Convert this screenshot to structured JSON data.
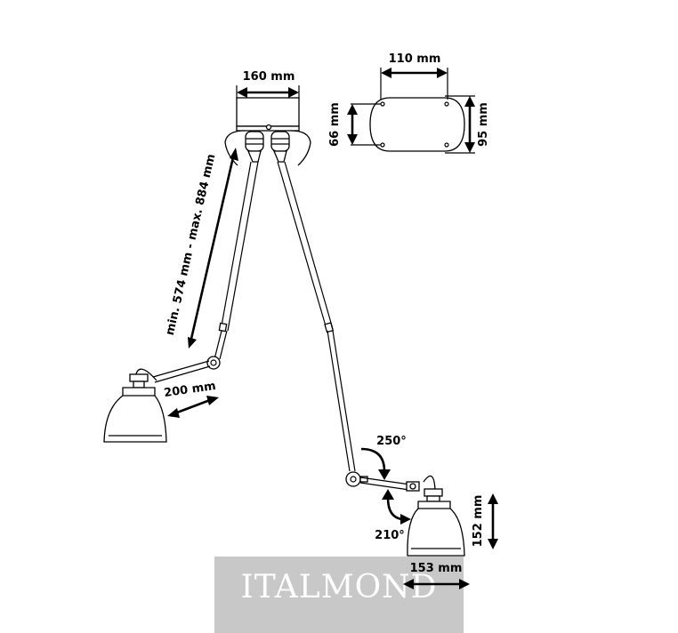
{
  "labels": {
    "canopy_width": "160 mm",
    "plate_width": "110 mm",
    "plate_inner_height": "66 mm",
    "plate_outer_height": "95 mm",
    "arm_length": "min. 574 mm - max. 884 mm",
    "elbow_arm": "200 mm",
    "rotation_upper": "250°",
    "rotation_lower": "210°",
    "shade_height": "152 mm",
    "shade_width": "153 mm"
  },
  "watermark": {
    "text": "ITALMOND"
  }
}
